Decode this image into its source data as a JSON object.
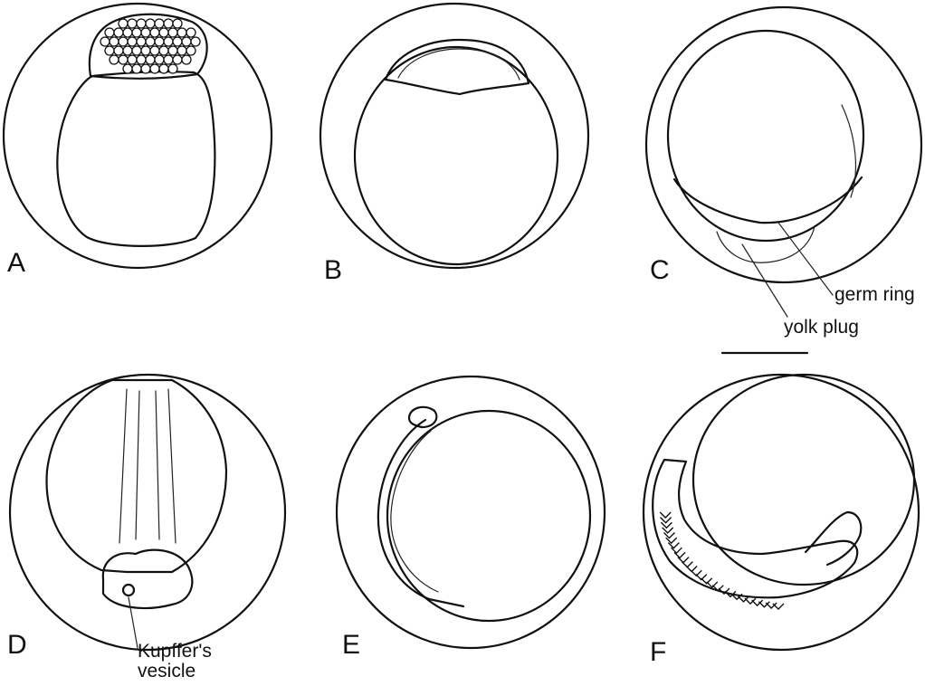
{
  "panels": [
    {
      "letter": "A"
    },
    {
      "letter": "B"
    },
    {
      "letter": "C"
    },
    {
      "letter": "D"
    },
    {
      "letter": "E"
    },
    {
      "letter": "F"
    }
  ],
  "labels": {
    "germ_ring": "germ ring",
    "yolk_plug": "yolk plug",
    "kupffer_line1": "Kupffer's",
    "kupffer_line2": "vesicle"
  },
  "colors": {
    "ink": "#111111",
    "background": "#ffffff"
  }
}
